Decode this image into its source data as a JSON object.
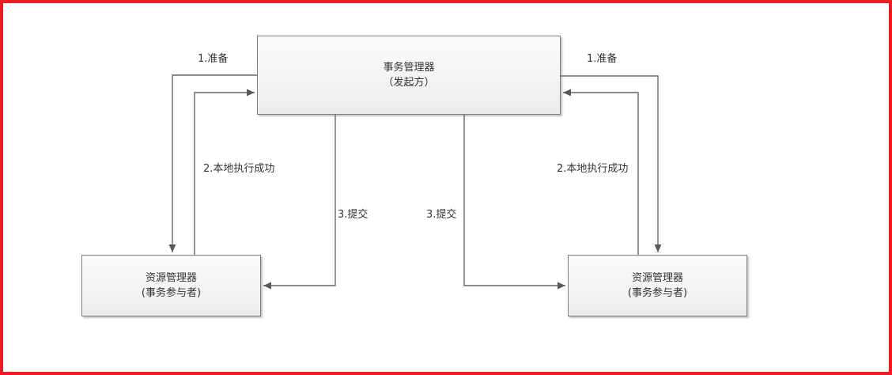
{
  "diagram": {
    "title": "two-phase-commit-transaction-diagram",
    "nodes": {
      "transaction_manager": {
        "title": "事务管理器",
        "subtitle": "（发起方）"
      },
      "resource_manager_left": {
        "title": "资源管理器",
        "subtitle": "(事务参与者)"
      },
      "resource_manager_right": {
        "title": "资源管理器",
        "subtitle": "(事务参与者)"
      }
    },
    "edge_labels": {
      "prepare_left": "1.准备",
      "prepare_right": "1.准备",
      "local_success_left": "2.本地执行成功",
      "local_success_right": "2.本地执行成功",
      "commit_left": "3.提交",
      "commit_right": "3.提交"
    },
    "colors": {
      "frame": "#ED1C24",
      "connector": "#666666",
      "node_border": "#7F7F7F",
      "node_fill_top": "#FBFBFB",
      "node_fill_bottom": "#ECECEC",
      "text": "#333333"
    }
  }
}
